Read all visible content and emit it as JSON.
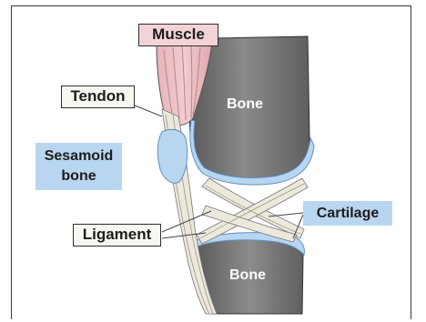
{
  "labels": {
    "muscle": "Muscle",
    "tendon": "Tendon",
    "sesamoid_line1": "Sesamoid",
    "sesamoid_line2": "bone",
    "ligament": "Ligament",
    "cartilage": "Cartilage",
    "bone_upper": "Bone",
    "bone_lower": "Bone"
  },
  "colors": {
    "bone": "#7d7d7d",
    "cartilage": "#b9d6f0",
    "muscle": "#e9b9bd",
    "tendon": "#ece9dc",
    "label_box": "#f7f7f0"
  }
}
